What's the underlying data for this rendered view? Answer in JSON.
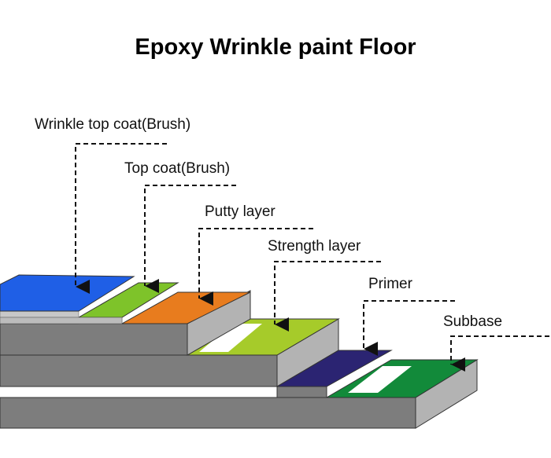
{
  "title": "Epoxy Wrinkle paint Floor",
  "layers": [
    {
      "id": "wrinkle",
      "label": "Wrinkle top coat(Brush)",
      "color": "#1f5fe6"
    },
    {
      "id": "topcoat",
      "label": "Top coat(Brush)",
      "color": "#7ec32a"
    },
    {
      "id": "putty",
      "label": "Putty layer",
      "color": "#e87c1e"
    },
    {
      "id": "strength",
      "label": "Strength layer",
      "color": "#a6cb2a"
    },
    {
      "id": "primer",
      "label": "Primer",
      "color": "#2b2472"
    },
    {
      "id": "subbase",
      "label": "Subbase",
      "color": "#128a3a"
    }
  ],
  "colors": {
    "slab_top": "#d4d4d4",
    "slab_front": "#7d7d7d",
    "slab_side": "#b3b3b3",
    "edge": "#333333"
  }
}
